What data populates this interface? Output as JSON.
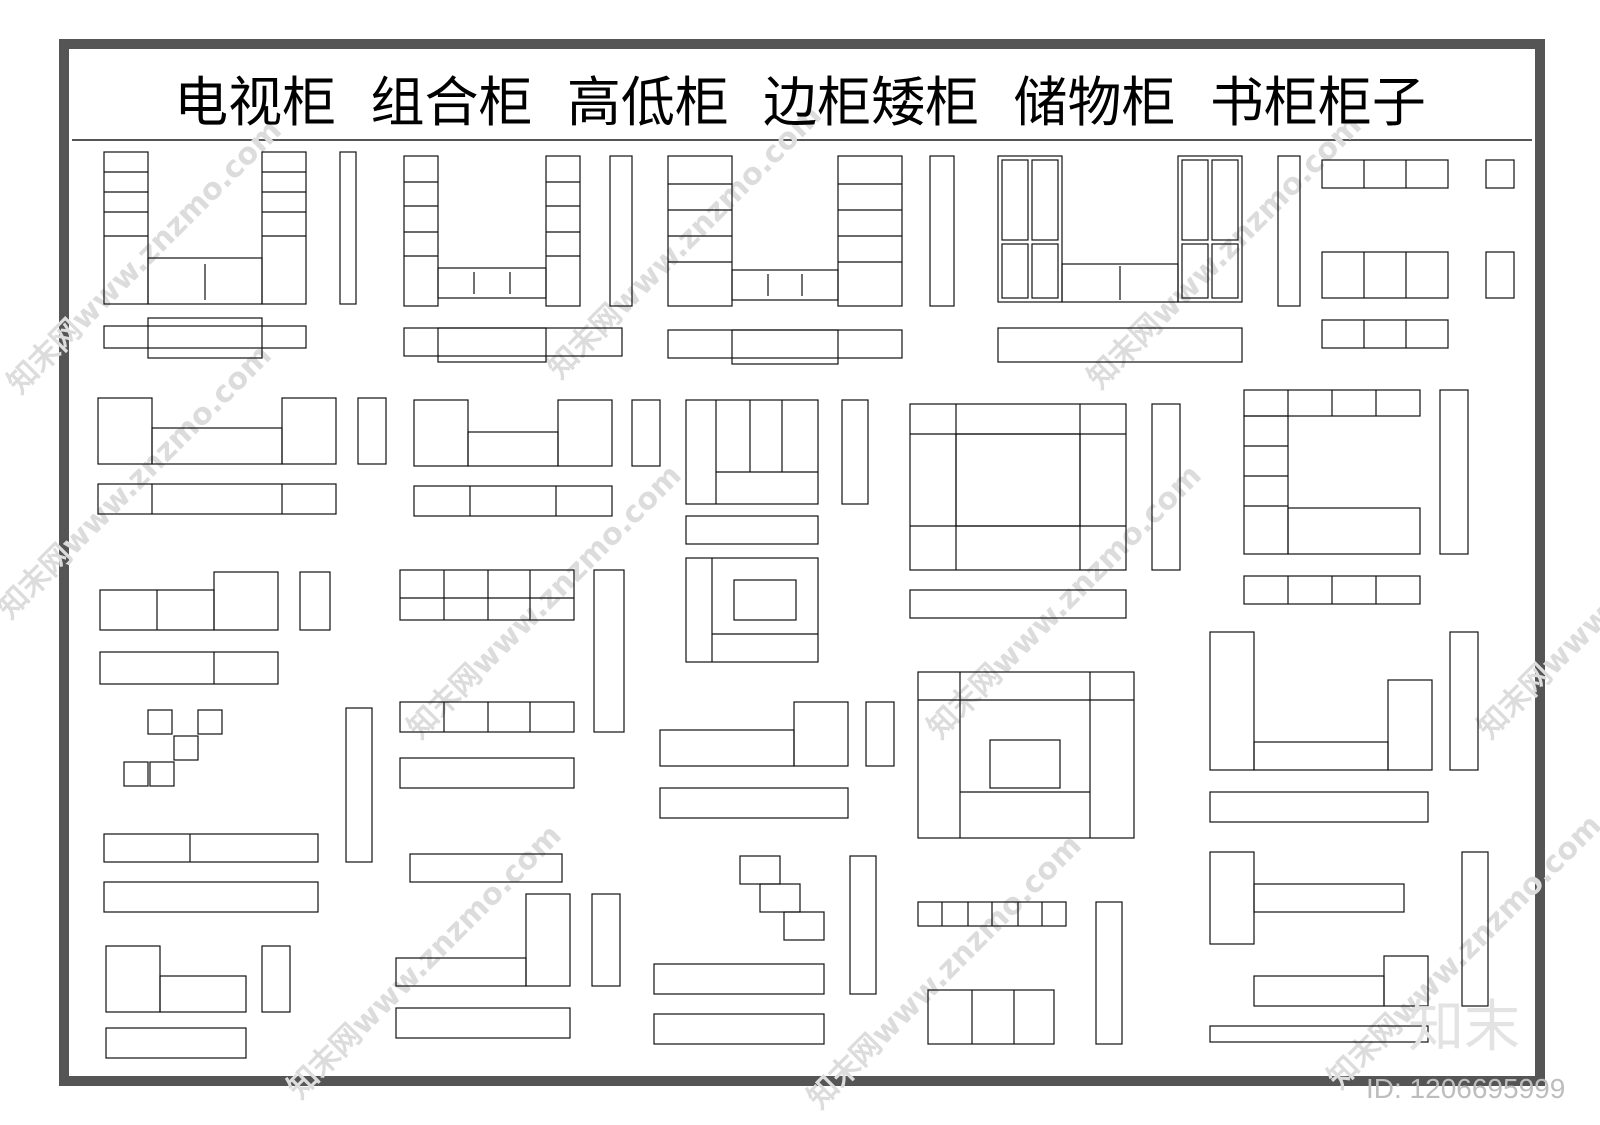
{
  "title": "电视柜  组合柜  高低柜  边柜矮柜  储物柜  书柜柜子",
  "watermark": "知末网www.znzmo.com",
  "logo": "知末",
  "id_label": "ID: 1206695999",
  "colors": {
    "frame": "#555555",
    "ink": "#111111",
    "watermark": "#d9d9d9"
  }
}
